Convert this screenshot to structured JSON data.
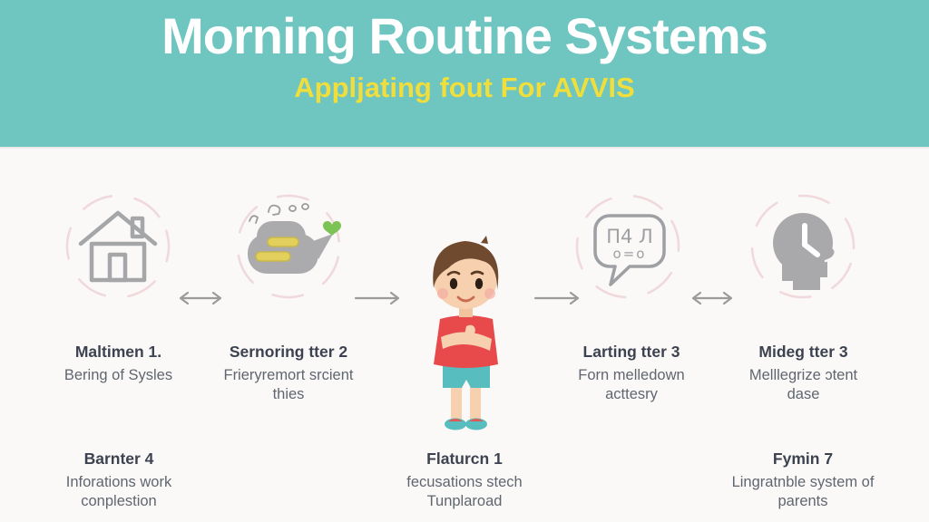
{
  "header": {
    "title": "Morning Routine Systems",
    "subtitle": "Appljating fout For AVVIS"
  },
  "steps": [
    {
      "id": 1,
      "icon": "house-icon",
      "title": "Maltimen 1.",
      "desc": "Bering of Sysles"
    },
    {
      "id": 2,
      "icon": "bird-camera-icon",
      "title": "Sernoring tter 2",
      "desc": "Frieryremort srcient thies"
    },
    {
      "id": 3,
      "icon": "boy-character",
      "title": "",
      "desc": ""
    },
    {
      "id": 4,
      "icon": "speech-bubble-icon",
      "title": "Larting tter 3",
      "desc": "Forn melledown acttesry"
    },
    {
      "id": 5,
      "icon": "head-clock-icon",
      "title": "Mideg tter 3",
      "desc": "Melllegrize ɔtent dase"
    }
  ],
  "arrows": [
    {
      "between": "step1-step2",
      "type": "double"
    },
    {
      "between": "step2-boy",
      "type": "single"
    },
    {
      "between": "boy-step4",
      "type": "single"
    },
    {
      "between": "step4-step5",
      "type": "double"
    }
  ],
  "bottom_labels": [
    {
      "title": "Barnter 4",
      "desc": "Inforations work conplestion"
    },
    {
      "title": "Flaturcn 1",
      "desc": "fecusations stech Tunplaroad"
    },
    {
      "title": "Fymin 7",
      "desc": "Lingratnble system of parents"
    }
  ],
  "bubble_glyphs": {
    "line1": "Π4 Л",
    "line2": "o=o"
  },
  "colors": {
    "header_bg": "#6FC5C0",
    "title_text": "#FFFFFF",
    "subtitle_text": "#EFDE3C",
    "page_bg": "#FBF9F8",
    "icon_gray": "#A5A6A8",
    "icon_fill_gray": "#ABABAD",
    "arrow_gray": "#9B9B9B",
    "halo_pink": "#F0D9DC",
    "label_title": "#3C4250",
    "label_desc": "#60666F",
    "boy_shirt_red": "#E84A4C",
    "boy_shorts_teal": "#58BDBE",
    "boy_skin": "#F7D0B0",
    "boy_hair_brown": "#6F4A2F",
    "heart_green": "#7CC356",
    "pill_yellow": "#E3CF5B"
  }
}
